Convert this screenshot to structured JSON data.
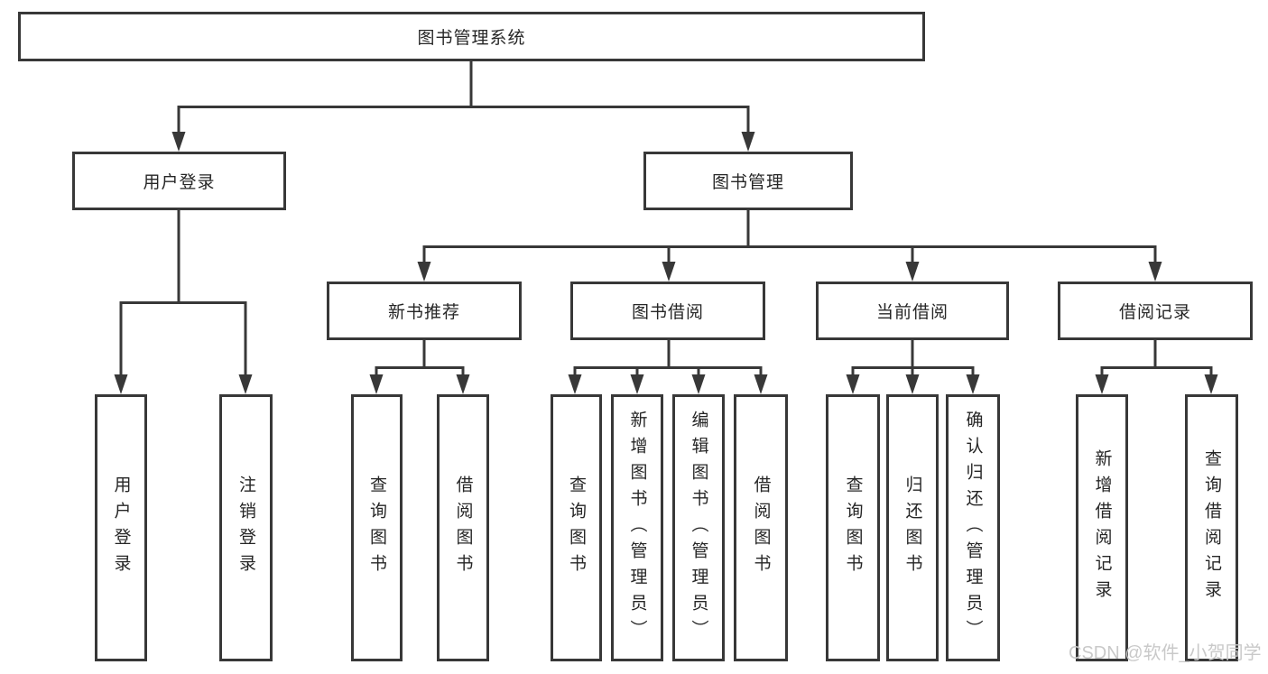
{
  "nodes": {
    "root": "图书管理系统",
    "user_login": "用户登录",
    "book_mgmt": "图书管理",
    "new_book_rec": "新书推荐",
    "book_borrow": "图书借阅",
    "current_borrow": "当前借阅",
    "borrow_record": "借阅记录",
    "leaf_user_login": "用户登录",
    "leaf_logout": "注销登录",
    "leaf_rec_query": "查询图书",
    "leaf_rec_borrow": "借阅图书",
    "leaf_bb_query": "查询图书",
    "leaf_bb_add": "新增图书（管理员）",
    "leaf_bb_edit": "编辑图书（管理员）",
    "leaf_bb_borrow": "借阅图书",
    "leaf_cb_query": "查询图书",
    "leaf_cb_return": "归还图书",
    "leaf_cb_confirm": "确认归还（管理员）",
    "leaf_br_add": "新增借阅记录",
    "leaf_br_query": "查询借阅记录"
  },
  "hierarchy": {
    "图书管理系统": {
      "用户登录": [
        "用户登录",
        "注销登录"
      ],
      "图书管理": {
        "新书推荐": [
          "查询图书",
          "借阅图书"
        ],
        "图书借阅": [
          "查询图书",
          "新增图书（管理员）",
          "编辑图书（管理员）",
          "借阅图书"
        ],
        "当前借阅": [
          "查询图书",
          "归还图书",
          "确认归还（管理员）"
        ],
        "借阅记录": [
          "新增借阅记录",
          "查询借阅记录"
        ]
      }
    }
  },
  "watermark": "CSDN @软件_小贺同学",
  "colors": {
    "line": "#383838",
    "text": "#262626",
    "watermark": "#c9c9c9",
    "background": "#ffffff"
  }
}
